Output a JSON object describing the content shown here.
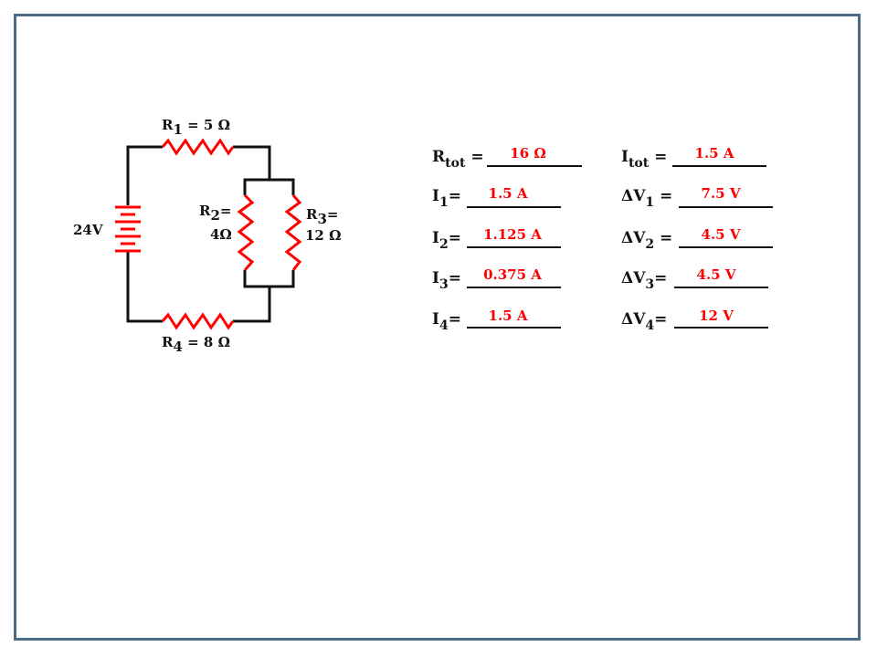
{
  "circuit": {
    "battery_label": "24V",
    "r1": {
      "name": "R",
      "sub": "1",
      "value": " = 5 Ω"
    },
    "r2": {
      "name": "R",
      "sub": "2",
      "eq": "=",
      "value": "4Ω"
    },
    "r3": {
      "name": "R",
      "sub": "3",
      "eq": "=",
      "value": "12 Ω"
    },
    "r4": {
      "name": "R",
      "sub": "4",
      "value": " = 8 Ω"
    }
  },
  "answers": {
    "rtot": {
      "name": "R",
      "sub": "tot",
      "eq": " =",
      "value": "16 Ω"
    },
    "itot": {
      "name": "I",
      "sub": "tot",
      "eq": " =",
      "value": "1.5 A"
    },
    "i1": {
      "name": "I",
      "sub": "1",
      "eq": "=",
      "value": "1.5 A"
    },
    "dv1": {
      "name": "ΔV",
      "sub": "1",
      "eq": " =",
      "value": "7.5 V"
    },
    "i2": {
      "name": "I",
      "sub": "2",
      "eq": "=",
      "value": "1.125 A"
    },
    "dv2": {
      "name": "ΔV",
      "sub": "2",
      "eq": " =",
      "value": "4.5 V"
    },
    "i3": {
      "name": "I",
      "sub": "3",
      "eq": "=",
      "value": "0.375 A"
    },
    "dv3": {
      "name": "ΔV",
      "sub": "3",
      "eq": "=",
      "value": "4.5 V"
    },
    "i4": {
      "name": "I",
      "sub": "4",
      "eq": "=",
      "value": "1.5 A"
    },
    "dv4": {
      "name": "ΔV",
      "sub": "4",
      "eq": "=",
      "value": "12 V"
    }
  },
  "colors": {
    "frame": "#4a6a8a",
    "answer": "#ff0000",
    "resistor": "#ff0000",
    "wire": "#111111"
  }
}
